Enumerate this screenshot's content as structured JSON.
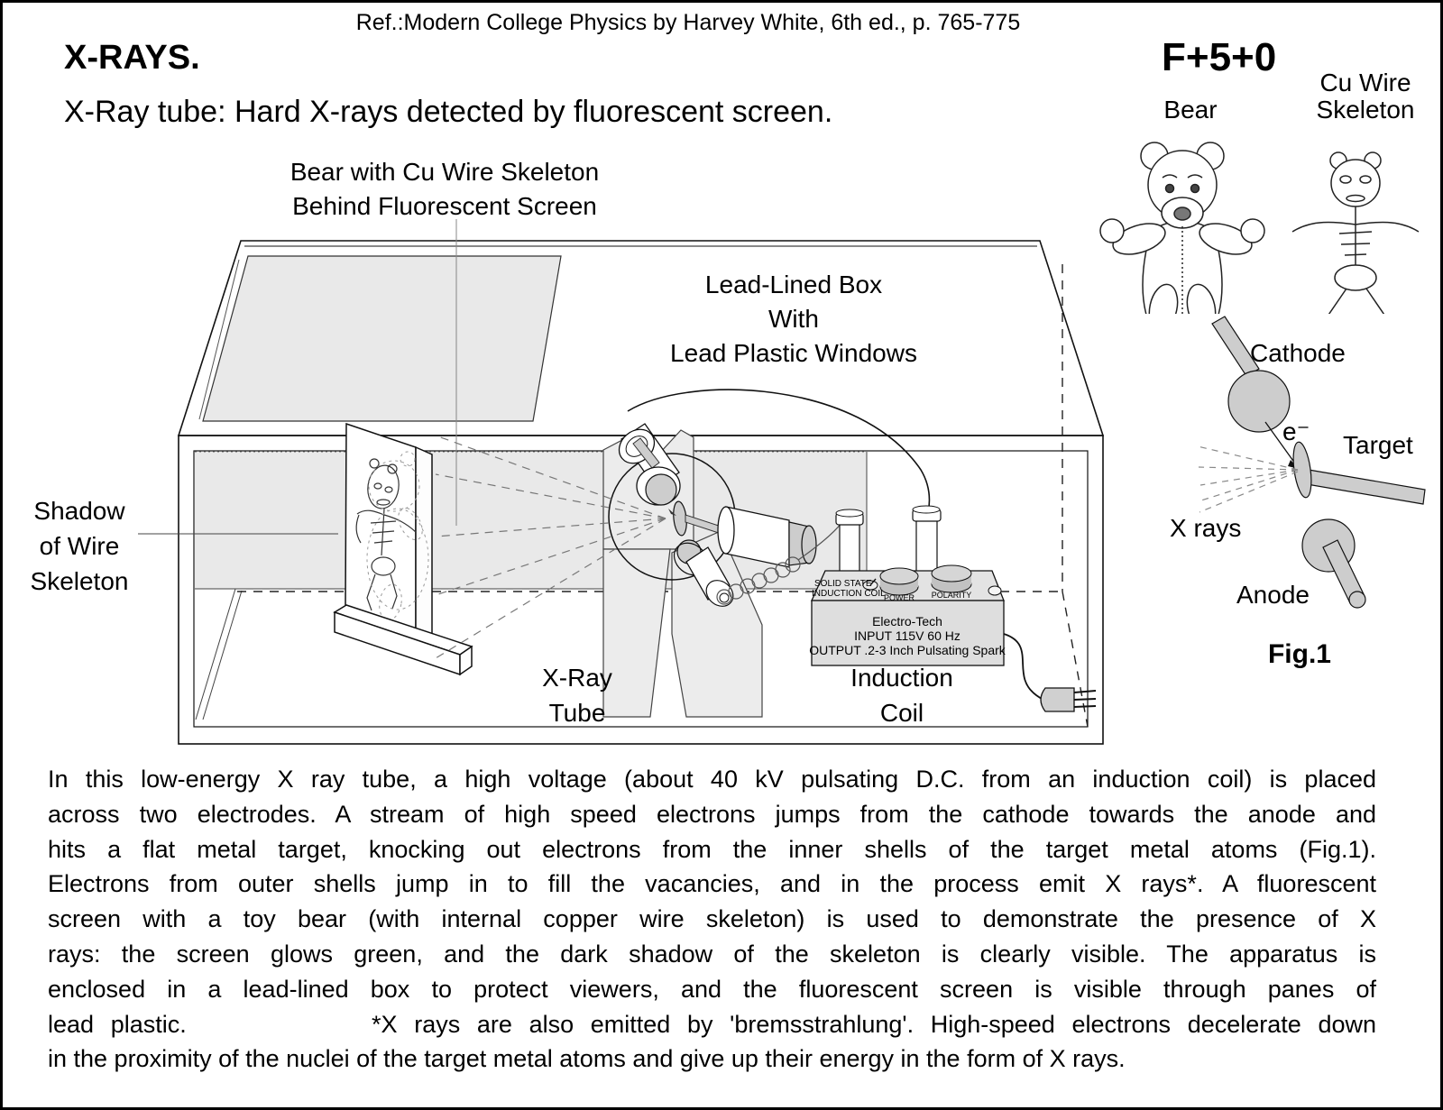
{
  "page": {
    "ref": "Ref.:Modern College Physics by Harvey White, 6th ed., p. 765-775",
    "title": "X-RAYS.",
    "subtitle": "X-Ray tube: Hard X-rays detected by fluorescent screen.",
    "code": "F+5+0"
  },
  "top_right": {
    "bear_label": "Bear",
    "skeleton_label_line1": "Cu Wire",
    "skeleton_label_line2": "Skeleton"
  },
  "diagram": {
    "screen_label_line1": "Bear with Cu Wire Skeleton",
    "screen_label_line2": "Behind Fluorescent Screen",
    "box_label_line1": "Lead-Lined Box",
    "box_label_line2": "With",
    "box_label_line3": "Lead Plastic Windows",
    "shadow_label_line1": "Shadow",
    "shadow_label_line2": "of Wire",
    "shadow_label_line3": "Skeleton",
    "tube_label_line1": "X-Ray",
    "tube_label_line2": "Tube",
    "coil_label_line1": "Induction",
    "coil_label_line2": "Coil",
    "coil_top_line1": "SOLID STATE",
    "coil_top_line2": "INDUCTION COIL",
    "coil_knob1": "POWER",
    "coil_knob2": "POLARITY",
    "coil_front_line1": "Electro-Tech",
    "coil_front_line2": "INPUT 115V 60 Hz",
    "coil_front_line3": "OUTPUT .2-3 Inch Pulsating Spark"
  },
  "fig1": {
    "cathode": "Cathode",
    "electron": "e⁻",
    "target": "Target",
    "xrays": "X rays",
    "anode": "Anode",
    "caption": "Fig.1"
  },
  "paragraph": {
    "lines": [
      "In this low-energy X ray tube, a high voltage (about 40 kV pulsating D.C. from an induction coil) is placed",
      "across two electrodes. A stream of high speed electrons jumps from the cathode towards the anode and",
      "hits a flat metal target, knocking out electrons from the inner shells of the target metal atoms (Fig.1).",
      "Electrons from outer shells jump in to fill the vacancies, and in the process emit X rays*. A fluorescent",
      "screen with a toy bear (with internal copper wire skeleton) is used to demonstrate  the presence of X",
      "rays: the screen glows green, and the dark shadow of the skeleton is clearly visible. The apparatus is",
      "enclosed in a lead-lined box to protect viewers, and the fluorescent screen is visible through panes of",
      "lead plastic.           *X rays are also emitted by 'bremsstrahlung'. High-speed electrons decelerate down",
      "in the proximity of the nuclei of the target metal atoms and give up their energy in the form of X rays."
    ]
  },
  "colors": {
    "panel_gray": "#e9e9e9",
    "stand_gray": "#ececec",
    "metal_gray": "#cdcdcd",
    "knob_gray": "#c2c2c2",
    "line_black": "#000000"
  }
}
